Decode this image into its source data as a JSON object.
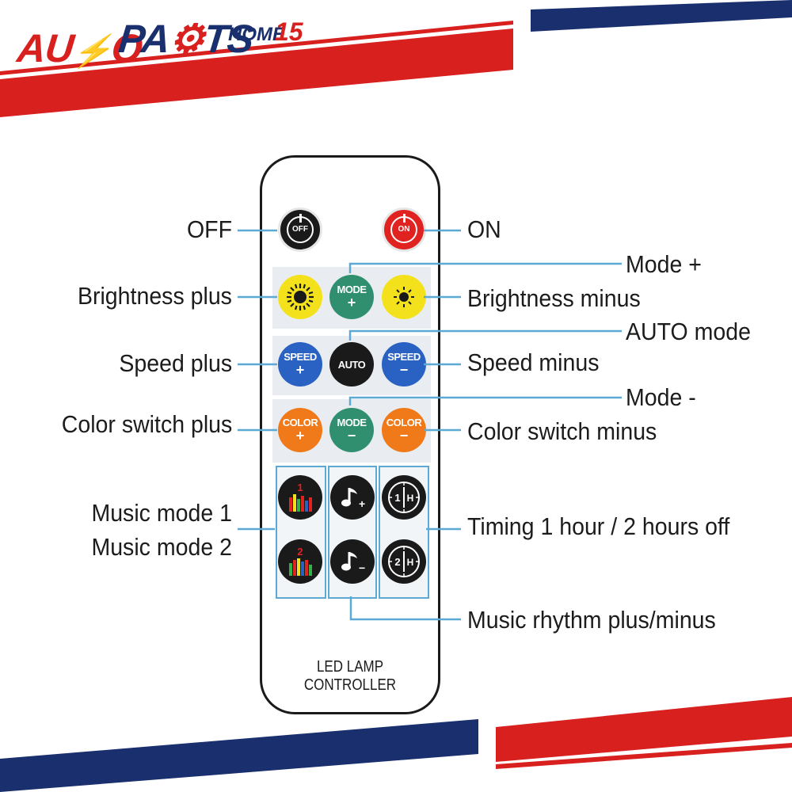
{
  "logo": {
    "part1": "AU",
    "bolt": "⚡",
    "part1b": "O",
    "part2": "PA",
    "part2b": "TS",
    "home": "HOME",
    "num": "15"
  },
  "remote": {
    "caption": "LED LAMP CONTROLLER",
    "buttons": {
      "off": "OFF",
      "on": "ON",
      "mode_plus": [
        "MODE",
        "+"
      ],
      "auto": "AUTO",
      "speed_plus": [
        "SPEED",
        "+"
      ],
      "speed_minus": [
        "SPEED",
        "−"
      ],
      "color_plus": [
        "COLOR",
        "+"
      ],
      "mode_minus": [
        "MODE",
        "−"
      ],
      "color_minus": [
        "COLOR",
        "−"
      ],
      "music1": "1",
      "music2": "2",
      "rhythm_plus": "+",
      "rhythm_minus": "−",
      "timer1": [
        "1",
        "H"
      ],
      "timer2": [
        "2",
        "H"
      ]
    }
  },
  "labels": {
    "off": "OFF",
    "on": "ON",
    "mode_plus": "Mode +",
    "brightness_plus": "Brightness plus",
    "brightness_minus": "Brightness minus",
    "auto_mode": "AUTO mode",
    "speed_plus": "Speed plus",
    "speed_minus": "Speed minus",
    "mode_minus": "Mode -",
    "color_plus": "Color switch plus",
    "color_minus": "Color switch minus",
    "music_mode_1": "Music mode 1",
    "music_mode_2": "Music mode 2",
    "timing": "Timing 1 hour / 2 hours off",
    "rhythm": "Music rhythm plus/minus"
  },
  "colors": {
    "brand_red": "#d8201f",
    "brand_navy": "#1a2f6e",
    "leader_line": "#5da9d6"
  }
}
